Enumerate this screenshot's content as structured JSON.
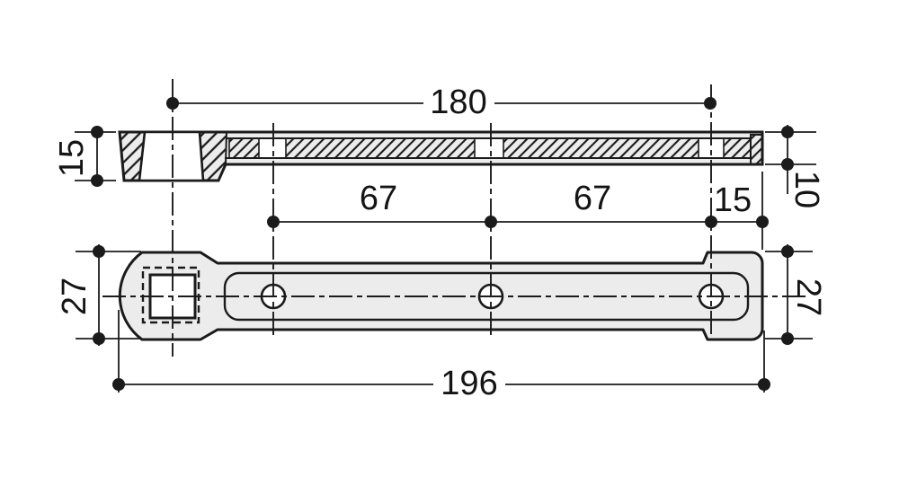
{
  "drawing": {
    "kind": "dimensioned technical drawing, two views (section above, plan below)",
    "colors": {
      "line": "#1b1b1b",
      "part_fill": "#ececec",
      "hole_fill": "#ffffff",
      "background": "#ffffff"
    }
  },
  "dimensions": {
    "length_180": "180",
    "spacing_67_a": "67",
    "spacing_67_b": "67",
    "end_offset_15": "15",
    "section_height_15": "15",
    "arm_thickness_10": "10",
    "width_left_27": "27",
    "width_right_27": "27",
    "overall_length_196": "196"
  }
}
